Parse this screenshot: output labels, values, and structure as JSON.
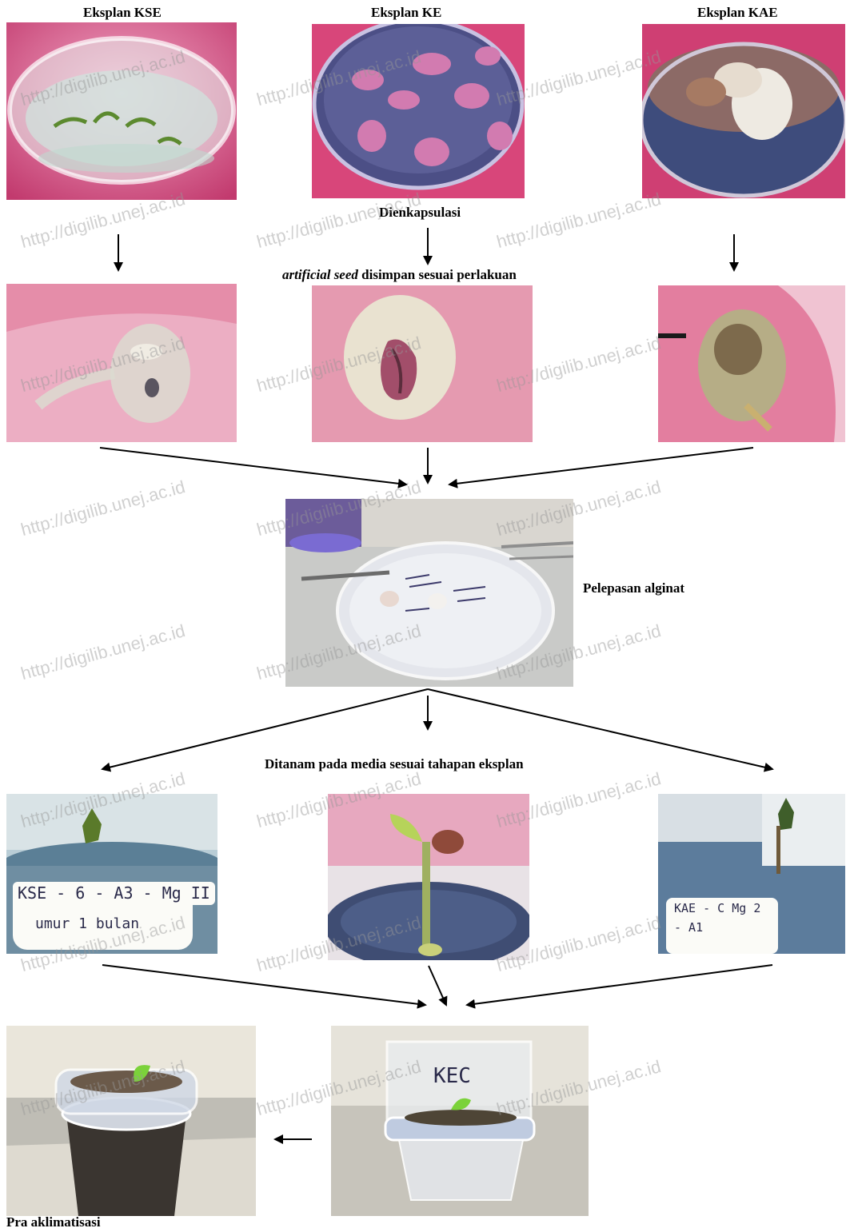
{
  "labels": {
    "kse": "Eksplan KSE",
    "ke": "Eksplan KE",
    "kae": "Eksplan KAE",
    "encapsulation": "Dienkapsulasi",
    "storage_italic": "artificial seed",
    "storage_rest": " disimpan sesuai perlakuan",
    "alginate_release": "Pelepasan alginat",
    "planting": "Ditanam pada media sesuai tahapan eksplan",
    "pre_acclimatization": "Pra aklimatisasi"
  },
  "photo_texts": {
    "kse_tag_line1": "KSE - 6 - A3 - Mg II",
    "kse_tag_line2": "umur 1 bulan",
    "kae_tag_line1": "KAE - C  Mg 2",
    "kae_tag_line2": "- A1",
    "jar_label": "KEC"
  },
  "watermark": "http://digilib.unej.ac.id",
  "colors": {
    "pink_background": "#d8467a",
    "gel_bead": "#e9e2d0",
    "leaf_green": "#7bd23a",
    "arrow": "#000000"
  }
}
